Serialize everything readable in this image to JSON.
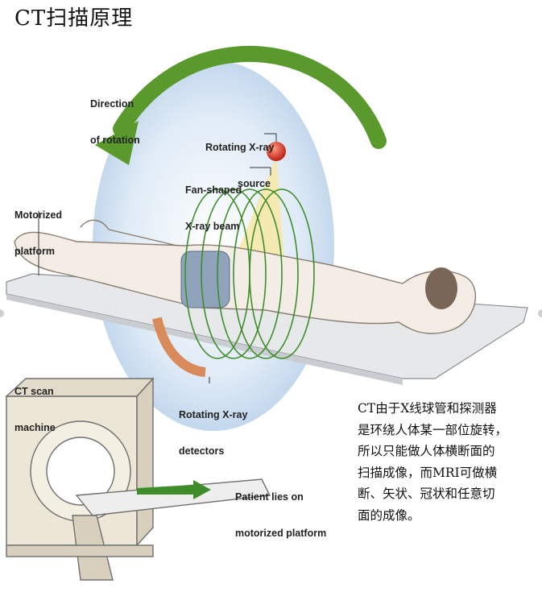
{
  "title": "CT扫描原理",
  "labels": {
    "direction_of_rotation": [
      "Direction",
      "of rotation"
    ],
    "rotating_xray_source": [
      "Rotating X-ray",
      "source"
    ],
    "fan_shaped_beam": [
      "Fan-shaped",
      "X-ray beam"
    ],
    "motorized_platform": [
      "Motorized",
      "platform"
    ],
    "ct_scan_machine": [
      "CT scan",
      "machine"
    ],
    "rotating_xray_detectors": [
      "Rotating X-ray",
      "detectors"
    ],
    "patient_lies_on": [
      "Patient lies on",
      "motorized platform"
    ]
  },
  "description_lines": [
    "CT由于X线球管和探测器",
    "是环绕人体某一部位旋转，",
    "所以只能做人体横断面的",
    "扫描成像，而MRI可做横",
    "断、矢状、冠状和任意切",
    "面的成像。"
  ],
  "colors": {
    "arrow_green": "#5a9a2c",
    "ring_green": "#3f8d2a",
    "gantry_blue": "#cfe0f2",
    "beam_yellow": "#f7e7a6",
    "source_red": "#d23c2a",
    "detector_orange": "#d98a5a",
    "platform_gray": "#e6e8ea"
  }
}
